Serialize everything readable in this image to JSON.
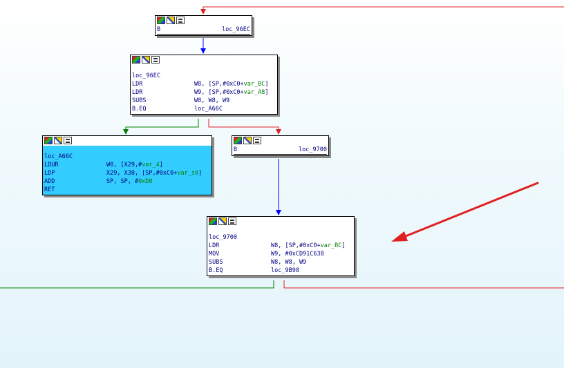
{
  "blocks": {
    "b1": {
      "mnemonic": "B",
      "target": "loc_96EC"
    },
    "b2": {
      "label": "loc_96EC",
      "lines": [
        {
          "mn": "LDR",
          "op1": "W8, [SP,#",
          "imm": "0xC0",
          "plus": "+",
          "var": "var_BC",
          "end": "]"
        },
        {
          "mn": "LDR",
          "op1": "W9, [SP,#",
          "imm": "0xC0",
          "plus": "+",
          "var": "var_A8",
          "end": "]"
        },
        {
          "mn": "SUBS",
          "op1": "W8, W8, W9"
        },
        {
          "mn": "B.EQ",
          "op1": "loc_A66C"
        }
      ]
    },
    "b3": {
      "label": "loc_A66C",
      "lines": [
        {
          "mn": "LDUR",
          "op1": "W0, [X29,#",
          "var": "var_4",
          "end": "]"
        },
        {
          "mn": "LDP",
          "op1": "X29, X30, [SP,#",
          "imm": "0xC0",
          "plus": "+",
          "var": "var_s0",
          "end": "]"
        },
        {
          "mn": "ADD",
          "op1": "SP, SP, #",
          "imm": "0xD0"
        },
        {
          "mn": "RET"
        }
      ]
    },
    "b4": {
      "mnemonic": "B",
      "target": "loc_9700"
    },
    "b5": {
      "label": "loc_9700",
      "lines": [
        {
          "mn": "LDR",
          "op1": "W8, [SP,#",
          "imm": "0xC0",
          "plus": "+",
          "var": "var_BC",
          "end": "]"
        },
        {
          "mn": "MOV",
          "op1": "W9, #0xCD91C638"
        },
        {
          "mn": "SUBS",
          "op1": "W8, W8, W9"
        },
        {
          "mn": "B.EQ",
          "op1": "loc_9B98"
        }
      ]
    }
  },
  "colors": {
    "edge_true": "#008000",
    "edge_false": "#e02020",
    "edge_uncond": "#0000ff",
    "selected_block": "#33ccff",
    "annotation_arrow": "#e02020"
  },
  "icons": [
    "color-icon",
    "pencil-icon",
    "graph-icon"
  ]
}
